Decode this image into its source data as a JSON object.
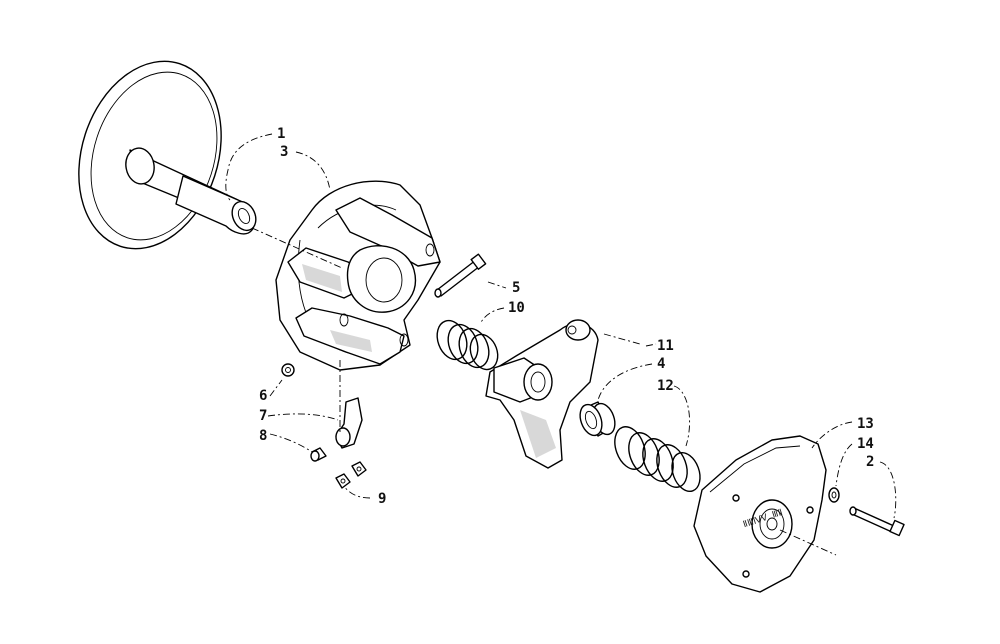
{
  "callouts": {
    "c1": "1",
    "c3": "3",
    "c5": "5",
    "c10": "10",
    "c11": "11",
    "c4": "4",
    "c12": "12",
    "c6": "6",
    "c7": "7",
    "c8": "8",
    "c9": "9",
    "c13": "13",
    "c14": "14",
    "c2": "2"
  },
  "plate_marking": "ⅡⅢⅣⅤ ⅢⅡ"
}
